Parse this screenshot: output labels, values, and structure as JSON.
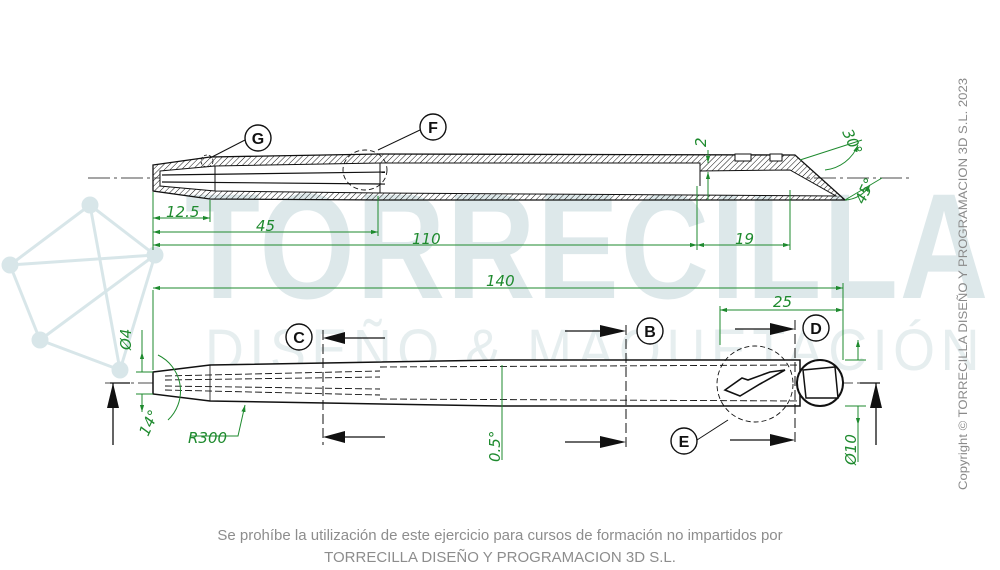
{
  "watermark": {
    "brand": "TORRECILLA",
    "subtitle": "DISEÑO & MAQUETACIÓN"
  },
  "copyright": "Copyright © TORRECILLA DISEÑO Y PROGRAMACION 3D S.L. 2023",
  "notice": {
    "line1": "Se prohíbe la utilización de este ejercicio para cursos de formación no impartidos por",
    "line2": "TORRECILLA DISEÑO Y PROGRAMACION 3D S.L."
  },
  "callouts": {
    "g": "G",
    "f": "F",
    "c": "C",
    "b": "B",
    "d": "D",
    "e": "E"
  },
  "dimensions": {
    "d_12_5": "12.5",
    "d_45": "45",
    "d_110": "110",
    "d_19": "19",
    "d_140": "140",
    "d_25": "25",
    "d_2": "2",
    "d_30deg": "30°",
    "d_45deg": "45°",
    "d_dia4": "Ø4",
    "d_14deg": "14°",
    "d_r300": "R300",
    "d_0_5deg": "0.5°",
    "d_dia10": "Ø10"
  },
  "colors": {
    "dimension": "#1e8a2e",
    "outline": "#111111",
    "watermark": "#9fbfc6"
  }
}
